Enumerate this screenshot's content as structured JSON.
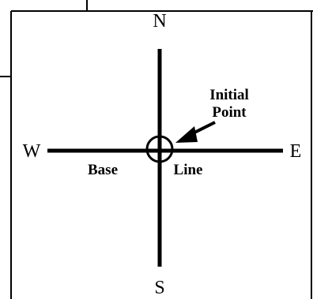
{
  "diagram": {
    "compass": {
      "north": "N",
      "south": "S",
      "west": "W",
      "east": "E"
    },
    "base_line": {
      "left_word": "Base",
      "right_word": "Line"
    },
    "initial_point": {
      "line1": "Initial",
      "line2": "Point"
    }
  }
}
